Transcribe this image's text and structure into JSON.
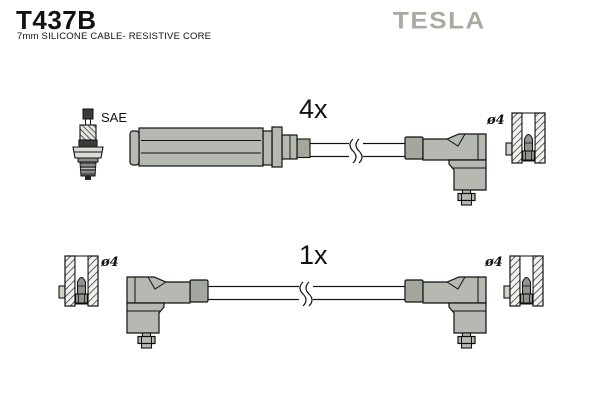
{
  "header": {
    "part_number": "T437B",
    "subtitle": "7mm SILICONE CABLE- RESISTIVE CORE",
    "brand": "TESLA"
  },
  "assemblies": [
    {
      "quantity_label": "4x",
      "left_end": {
        "type": "straight spark-plug boot",
        "standard_label": "SAE"
      },
      "right_end": {
        "type": "90-degree boot",
        "diameter_label": "ø4"
      }
    },
    {
      "quantity_label": "1x",
      "left_end": {
        "type": "90-degree boot",
        "diameter_label": "ø4"
      },
      "right_end": {
        "type": "90-degree boot",
        "diameter_label": "ø4"
      }
    }
  ],
  "colors": {
    "background": "#ffffff",
    "outline": "#111111",
    "boot_gray": "#b6b9b1",
    "sleeve_gray": "#a3a79d",
    "terminal_gray": "#8f948c",
    "logo_gray": "#a8aba1",
    "dark_part": "#3a3a3a"
  }
}
